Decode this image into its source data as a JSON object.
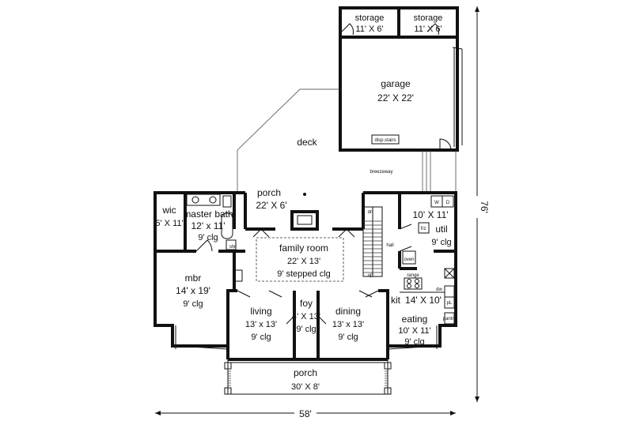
{
  "rooms": {
    "storage1": {
      "name": "storage",
      "size": "11' X 6'"
    },
    "storage2": {
      "name": "storage",
      "size": "11' X 6'"
    },
    "garage": {
      "name": "garage",
      "size": "22' X 22'"
    },
    "disp_stairs": "disp.stairs",
    "deck": "deck",
    "breezeway": "breezeway",
    "porch_rear": {
      "name": "porch",
      "size": "22' X 6'"
    },
    "wic": {
      "name": "wic",
      "size": "5' X 11'"
    },
    "master_bath": {
      "name": "master bath",
      "size": "12' x 11'",
      "ceiling": "9' clg"
    },
    "shr": "shr",
    "family_room": {
      "name": "family room",
      "size": "22' X 13'",
      "ceiling": "9' stepped clg"
    },
    "mbr": {
      "name": "mbr",
      "size": "14' x 19'",
      "ceiling": "9' clg"
    },
    "living": {
      "name": "living",
      "size": "13' x 13'",
      "ceiling": "9' clg"
    },
    "foy": {
      "name": "foy",
      "size": "4' X 13'",
      "ceiling": "9' clg"
    },
    "dining": {
      "name": "dining",
      "size": "13' x 13'",
      "ceiling": "9' clg"
    },
    "util": {
      "name": "util",
      "size": "10' X 11'",
      "ceiling": "9' clg"
    },
    "kit": {
      "name": "kit",
      "size": "14' X 10'"
    },
    "eating": {
      "name": "eating",
      "size": "10' X 11'",
      "ceiling": "9' clg"
    },
    "porch_front": {
      "name": "porch",
      "size": "30' X 8'"
    },
    "hall": "hall",
    "dn": "dn",
    "up": "up"
  },
  "fixtures": {
    "w": "W",
    "d": "D",
    "frz": "frz",
    "oven": "oven",
    "range": "range",
    "dw": "dw",
    "pl1": "pL",
    "pl2": "pantry"
  },
  "dimensions": {
    "width": "58'",
    "depth": "76'"
  }
}
